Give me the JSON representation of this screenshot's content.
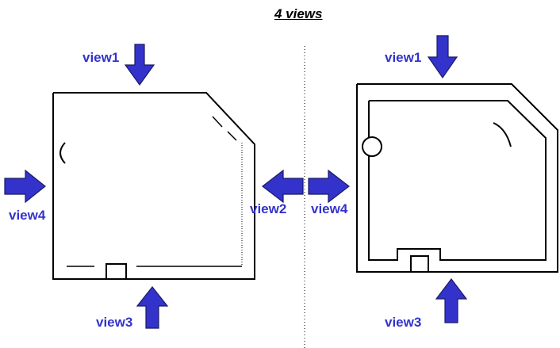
{
  "title": "4 views",
  "colors": {
    "arrow": "#3333cc",
    "arrow_outline": "#1a1a66",
    "label": "#3333cc",
    "line": "#000000"
  },
  "left_part": {
    "labels": {
      "view1": "view1",
      "view2": "view2",
      "view3": "view3",
      "view4": "view4"
    }
  },
  "right_part": {
    "labels": {
      "view1": "view1",
      "view3": "view3",
      "view4": "view4"
    }
  }
}
